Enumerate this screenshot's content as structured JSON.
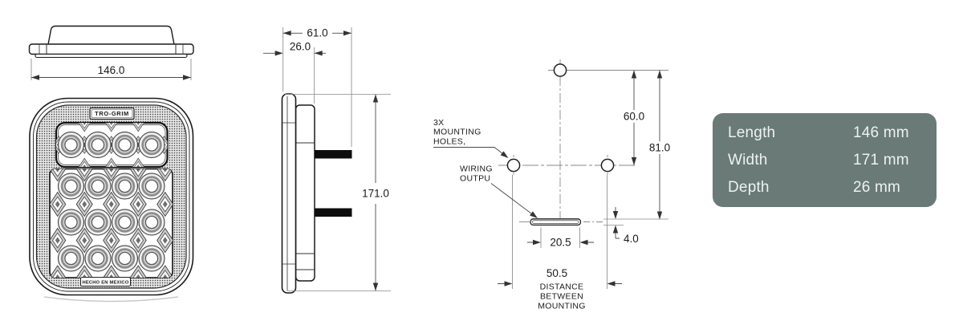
{
  "drawing": {
    "top_view": {
      "width_dim": "146.0"
    },
    "front_view": {
      "brand_plate": "TRO-GRIM",
      "bottom_plate": "HECHO EN MEXICO"
    },
    "side_view": {
      "overall_depth_dim": "61.0",
      "body_depth_dim": "26.0",
      "height_dim": "171.0"
    },
    "mounting_view": {
      "holes_note": [
        "3X",
        "MOUNTING",
        "HOLES,"
      ],
      "wiring_note": [
        "WIRING",
        "OUTPU"
      ],
      "top_hole_offset_dim": "60.0",
      "overall_height_dim": "81.0",
      "slot_width_dim": "20.5",
      "slot_height_dim": "4.0",
      "hole_spacing_dim": "50.5",
      "spacing_caption": [
        "DISTANCE",
        "BETWEEN",
        "MOUNTING"
      ]
    }
  },
  "spec_table": {
    "background_color": "#697a77",
    "text_color": "#eef2f0",
    "rows": [
      {
        "label": "Length",
        "value": "146 mm"
      },
      {
        "label": "Width",
        "value": "171 mm"
      },
      {
        "label": "Depth",
        "value": "26 mm"
      }
    ]
  }
}
